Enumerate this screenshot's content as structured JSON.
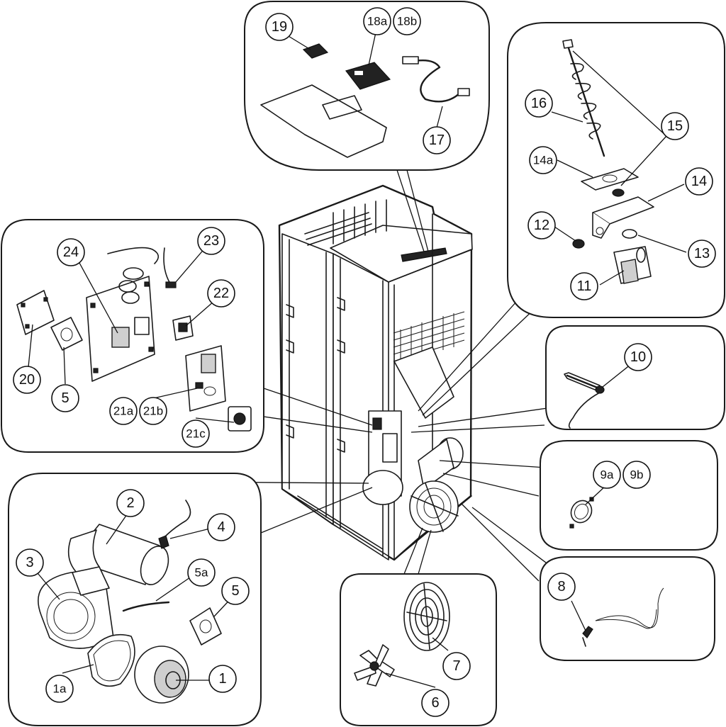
{
  "diagram": {
    "labels": {
      "p1": "1",
      "p1a": "1a",
      "p2": "2",
      "p3": "3",
      "p4": "4",
      "p5a": "5a",
      "p5_bottom": "5",
      "p5_left": "5",
      "p6": "6",
      "p7": "7",
      "p8": "8",
      "p9a": "9a",
      "p9b": "9b",
      "p10": "10",
      "p11": "11",
      "p12": "12",
      "p13": "13",
      "p14": "14",
      "p14a": "14a",
      "p15": "15",
      "p16": "16",
      "p17": "17",
      "p18a": "18a",
      "p18b": "18b",
      "p19": "19",
      "p20": "20",
      "p21a": "21a",
      "p21b": "21b",
      "p21c": "21c",
      "p22": "22",
      "p23": "23",
      "p24": "24"
    },
    "icons": [
      "stove-body-icon",
      "fan-blower-icon",
      "auger-motor-icon",
      "control-board-icon",
      "fan-grille-icon",
      "sensor-probe-icon",
      "gasket-icon",
      "control-panel-icon"
    ]
  }
}
